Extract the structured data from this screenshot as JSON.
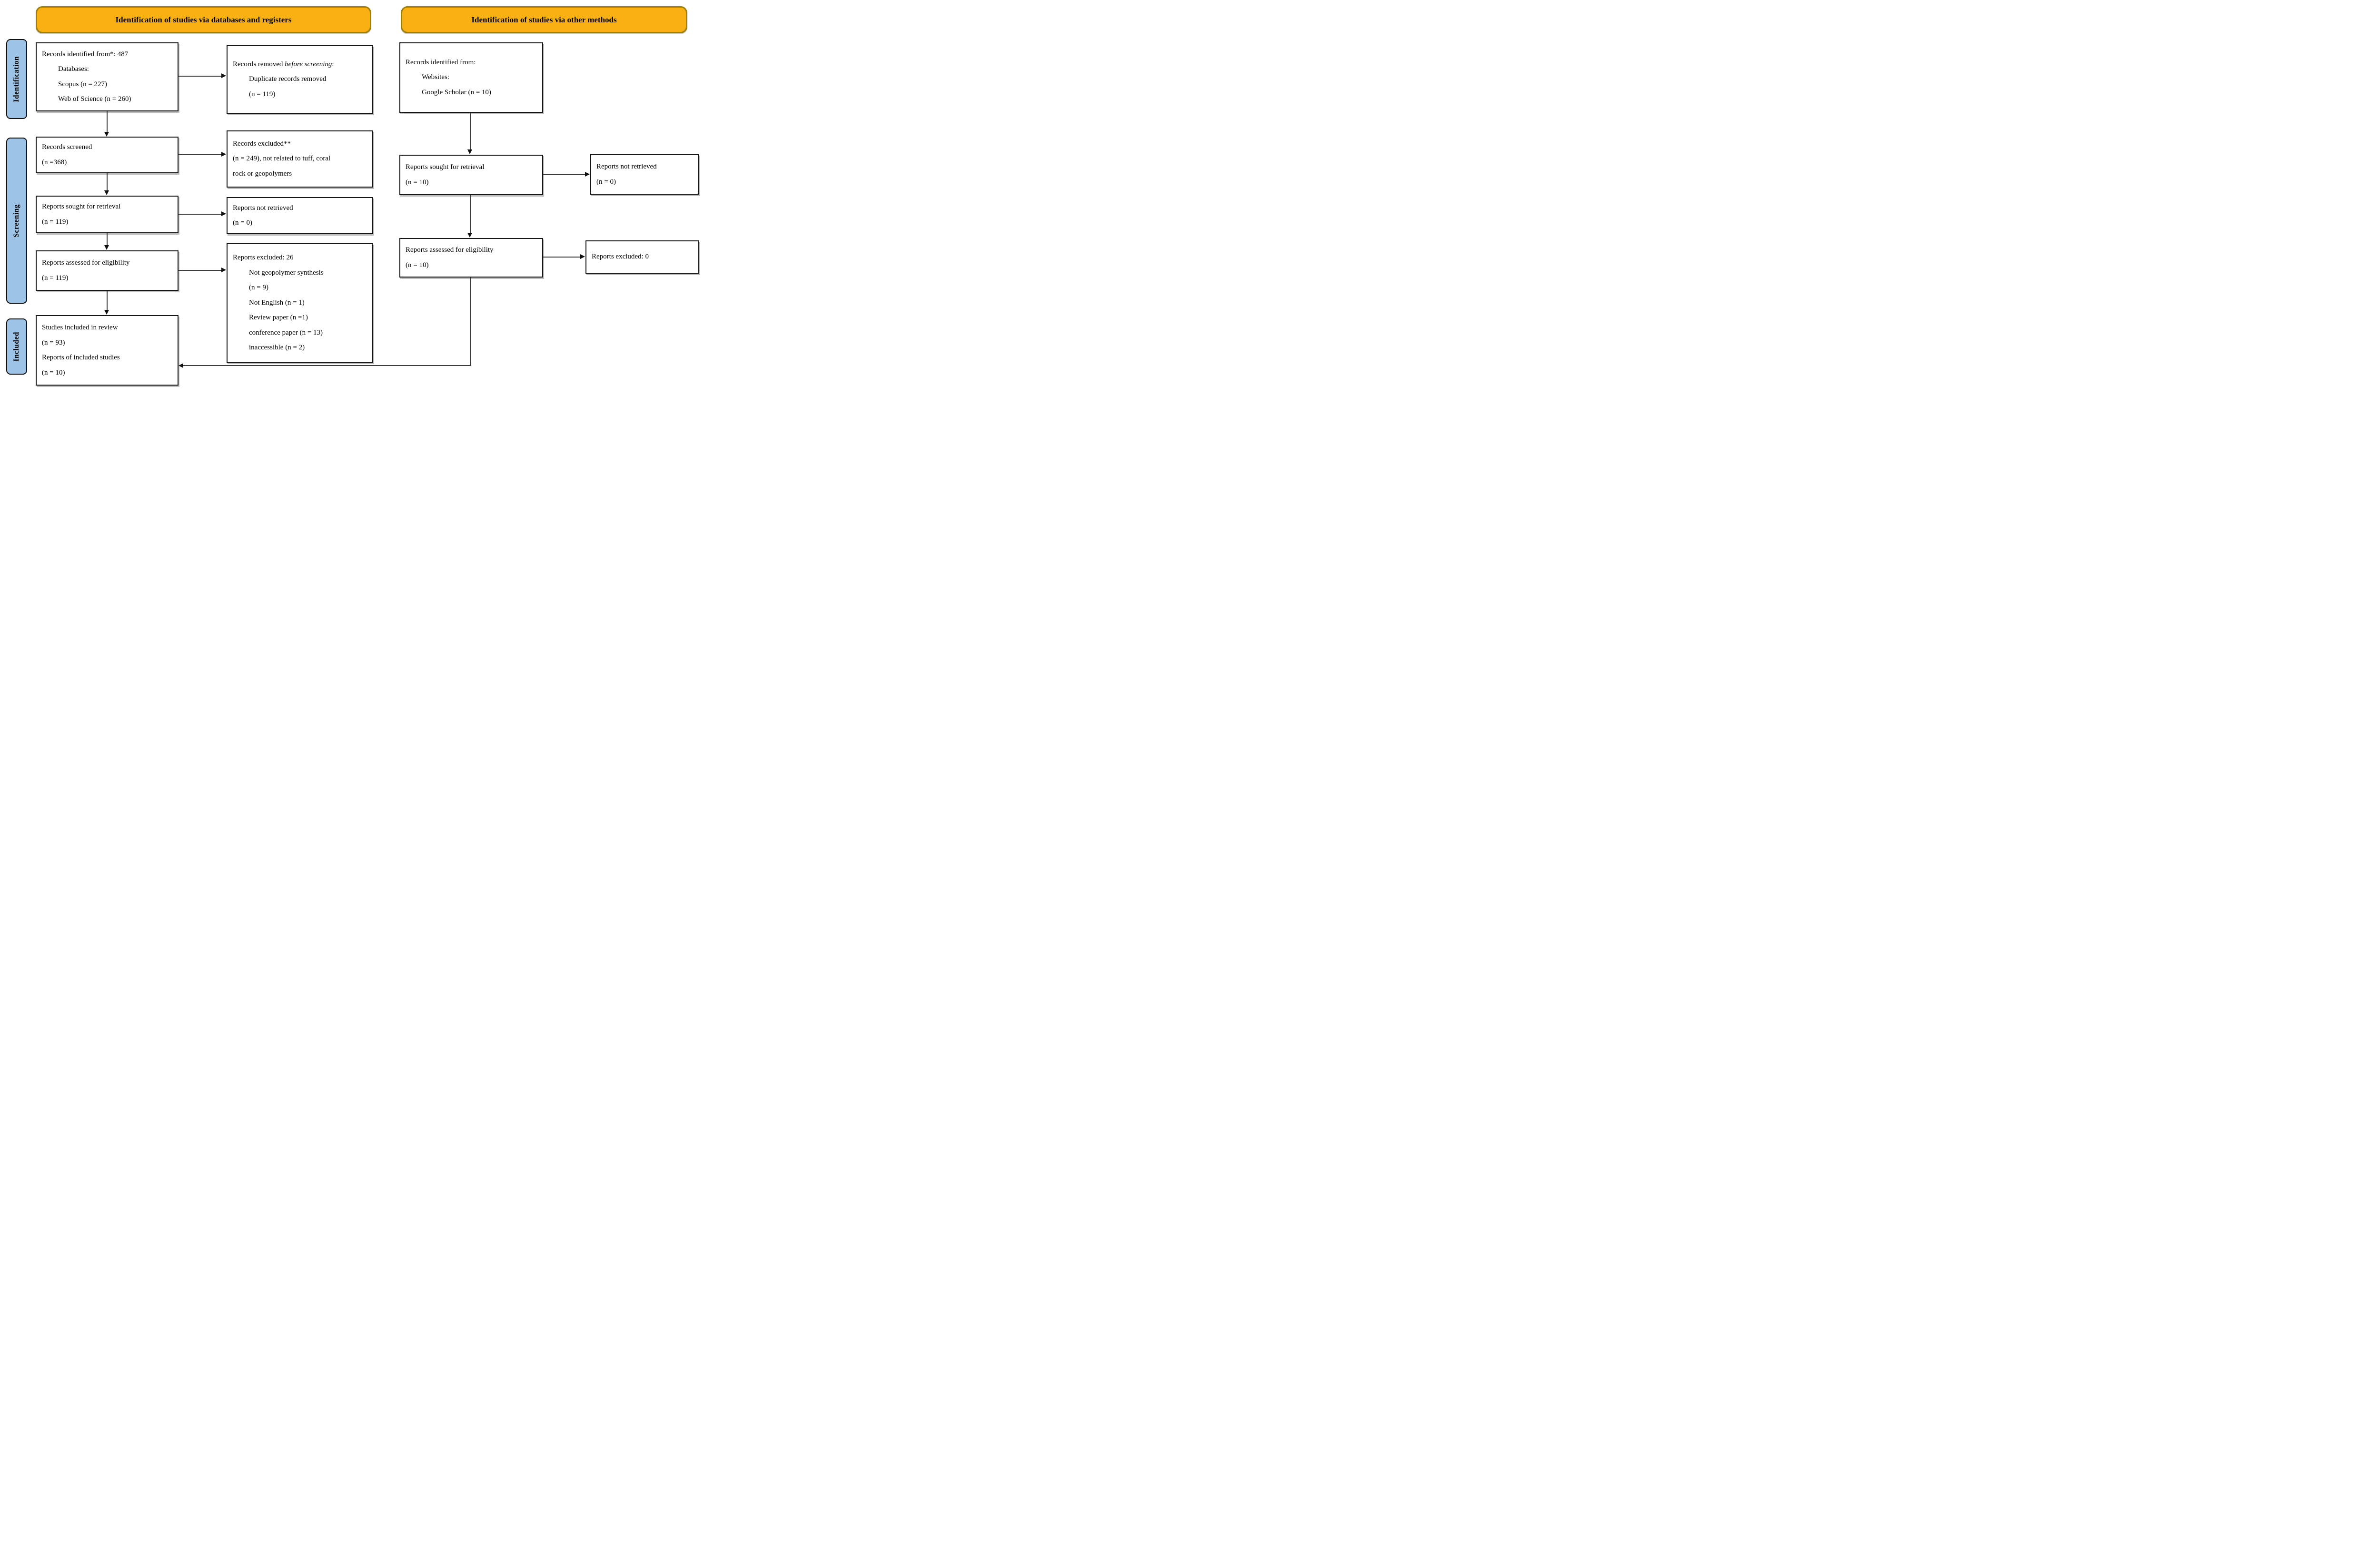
{
  "banners": {
    "databases": "Identification of studies via databases and registers",
    "other_methods": "Identification of studies via other methods"
  },
  "side_labels": {
    "identification": "Identification",
    "screening": "Screening",
    "included": "Included"
  },
  "colors": {
    "banner_fill": "#F9B012",
    "banner_border": "#9C7E08",
    "label_fill": "#9DC3E6",
    "line": "#3C3C3C"
  },
  "flow_db": {
    "records_identified": {
      "line1": "Records identified from*: 487",
      "line2": "Databases:",
      "line3": "Scopus (n = 227)",
      "line4": "Web of Science (n = 260)"
    },
    "records_removed": {
      "line1_normal": "Records removed ",
      "line1_italic": "before screening",
      "line1_colon": ":",
      "line2": "Duplicate records removed",
      "line3": "(n = 119)"
    },
    "records_screened": {
      "line1": "Records screened",
      "line2": "(n =368)"
    },
    "records_excluded": {
      "line1": "Records excluded**",
      "line2": "(n = 249), not related to tuff, coral",
      "line3": "rock or geopolymers"
    },
    "reports_sought": {
      "line1": "Reports sought for retrieval",
      "line2": "(n = 119)"
    },
    "reports_not_retrieved": {
      "line1": "Reports not retrieved",
      "line2": "(n = 0)"
    },
    "reports_assessed": {
      "line1": "Reports assessed for eligibility",
      "line2": "(n = 119)"
    },
    "reports_excluded": {
      "line1": "Reports excluded: 26",
      "line2": "Not geopolymer synthesis",
      "line3": "(n = 9)",
      "line4": "Not English (n = 1)",
      "line5": "Review paper (n =1)",
      "line6": "conference paper (n = 13)",
      "line7": "inaccessible (n = 2)"
    },
    "studies_included": {
      "line1": "Studies included in review",
      "line2": "(n = 93)",
      "line3": "Reports of included studies",
      "line4": "(n = 10)"
    }
  },
  "flow_other": {
    "records_identified": {
      "line1": "Records identified from:",
      "line2": "Websites:",
      "line3": "Google Scholar (n = 10)"
    },
    "reports_sought": {
      "line1": "Reports sought for retrieval",
      "line2": "(n = 10)"
    },
    "reports_not_retrieved": {
      "line1": "Reports not retrieved",
      "line2": "(n = 0)"
    },
    "reports_assessed": {
      "line1": "Reports assessed for eligibility",
      "line2": "(n = 10)"
    },
    "reports_excluded": {
      "line1": "Reports excluded: 0"
    }
  }
}
